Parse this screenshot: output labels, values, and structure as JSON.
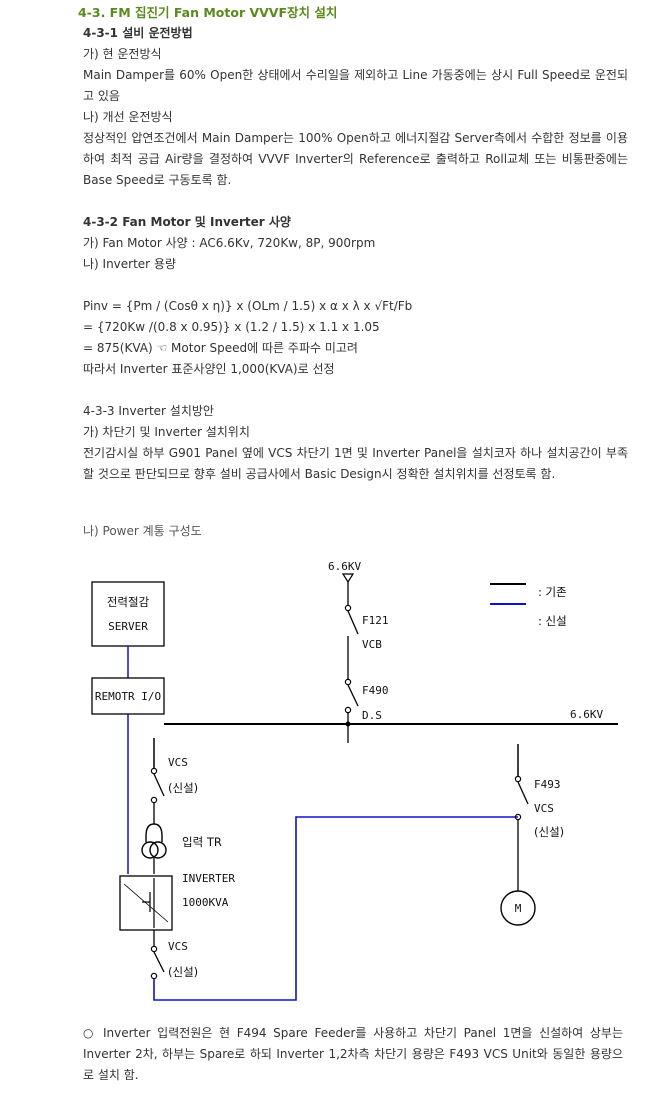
{
  "title": "4-3. FM 집진기 Fan Motor VVVF장치 설치",
  "s1": {
    "heading": "4-3-1 설비 운전방법",
    "a_label": "가) 현 운전방식",
    "a_text": "Main Damper를 60% Open한 상태에서 수리일을 제외하고 Line 가동중에는 상시 Full Speed로 운전되고 있음",
    "b_label": "나) 개선 운전방식",
    "b_text": "정상적인 압연조건에서 Main Damper는 100% Open하고 에너지절감 Server측에서 수합한 정보를 이용하여 최적 공급 Air량을 결정하여 VVVF Inverter의 Reference로 출력하고 Roll교체 또는 비통판중에는 Base Speed로 구동토록 함."
  },
  "s2": {
    "heading": "4-3-2 Fan Motor 및 Inverter 사양",
    "a": "가) Fan Motor 사양 : AC6.6Kv, 720Kw, 8P, 900rpm",
    "b": "나) Inverter 용량",
    "f1": "Pinv = {Pm / (Cosθ x η)} x (OLm / 1.5) x α x λ x √Ft/Fb",
    "f2": "= {720Kw /(0.8 x 0.95)} x (1.2 / 1.5) x 1.1 x 1.05",
    "f3": "= 875(KVA) ☜ Motor Speed에 따른 주파수 미고려",
    "f4": "따라서 Inverter 표준사양인 1,000(KVA)로 선정"
  },
  "s3": {
    "heading": "4-3-3 Inverter 설치방안",
    "a_label": "가) 차단기 및 Inverter 설치위치",
    "a_text": "전기감시실 하부 G901 Panel 옆에 VCS 차단기 1면 및 Inverter Panel을 설치코자 하나 설치공간이 부족할 것으로 판단되므로 향후 설비 공급사에서 Basic Design시 정확한 설치위치를 선정토록 함.",
    "b_label": "나) Power 계통 구성도"
  },
  "diagram": {
    "server_line1": "전력절감",
    "server_line2": "SERVER",
    "remote": "REMOTR I/O",
    "source_top": "6.6KV",
    "bus_label": "6.6KV",
    "f121": "F121",
    "vcb": "VCB",
    "f490": "F490",
    "ds": "D.S",
    "legend_existing": ": 기존",
    "legend_new": ": 신설",
    "vcs_upper": "VCS",
    "new_upper": "(신설)",
    "input_tr": "입력 TR",
    "inverter": "INVERTER",
    "inverter_kva": "1000KVA",
    "vcs_lower": "VCS",
    "new_lower": "(신설)",
    "f493": "F493",
    "vcs_right": "VCS",
    "new_right": "(신설)",
    "motor": "M",
    "colors": {
      "existing": "#000000",
      "new": "#1010c8"
    }
  },
  "note": "○ Inverter 입력전원은 현 F494 Spare Feeder를 사용하고 차단기 Panel 1면을 신설하여 상부는 Inverter 2차, 하부는 Spare로 하되 Inverter 1,2차측 차단기 용량은 F493 VCS Unit와 동일한 용량으로 설치 함."
}
